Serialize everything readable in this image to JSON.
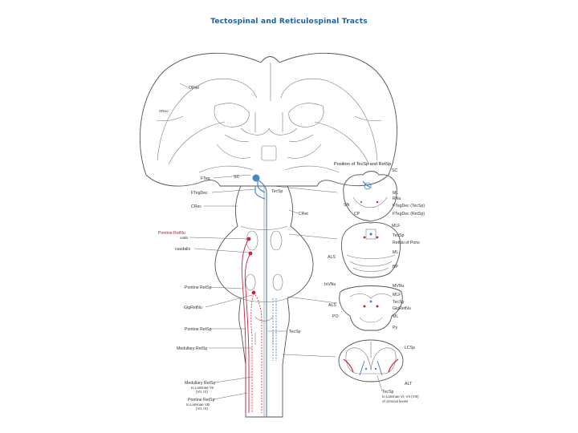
{
  "title": "Tectospinal and Reticulospinal Tracts",
  "left_labels": {
    "opiet": "OPiet",
    "orec": "OReo",
    "fteg": "FTeg",
    "ftegdec": "FTegDec",
    "crec": "CRec",
    "pontine_retnu": "Pontine RetNu",
    "oralis": "oralis",
    "caudalis": "caudalis",
    "pontine_retsp": "Pontine RetSp",
    "giganto": "GigRetNu",
    "pontine_retsp2": "Pontine RetSp",
    "medullary_retsp": "Medullary RetSp",
    "medullary_retsp_bottom": "Medullary RetSp",
    "medullary_laminae": "to Laminae VII",
    "medullary_laminae2": "(VII, IX)",
    "pontine_retsp_bottom": "Pontine RetSp",
    "pontine_laminae": "to Laminae VIII",
    "pontine_laminae2": "(VII, IX)"
  },
  "mid_labels": {
    "sc": "SC",
    "tecsp": "TecSp",
    "cret": "CRet",
    "tecsp_lower": "TecSp"
  },
  "right_panel": {
    "heading": "Position of TecSp and RetSp",
    "sc": "SC",
    "ml": "ML",
    "rnu": "RNu",
    "sn": "SN",
    "ftegdec_tecsp": "FTegDec (TecSp)",
    "ftegdec_retsp": "FTegDec (RetSp)",
    "cp": "CP",
    "mlf": "MLF",
    "tecsp": "TecSp",
    "retnu_pons": "RetNu of Pons",
    "ml2": "ML",
    "als": "ALS",
    "bp": "BP",
    "invnu": "InVNu",
    "mvnu": "MVNu",
    "mlf2": "MLF",
    "tecsp2": "TecSp",
    "gigretnu": "GigRetNu",
    "als2": "ALS",
    "ml3": "ML",
    "pcl": "PO",
    "py": "Py",
    "lcsp": "LCSp",
    "alt": "ALT",
    "tecsp_bottom": "TecSp",
    "tecsp_laminae": "to Laminae VI, VII (VIII)",
    "tecsp_cervical": "of cervical levels"
  },
  "colors": {
    "title": "#1f5fa0",
    "tecto_tract": "#4a86c8",
    "reticulo_tract": "#c8243c",
    "outline": "#555555"
  }
}
